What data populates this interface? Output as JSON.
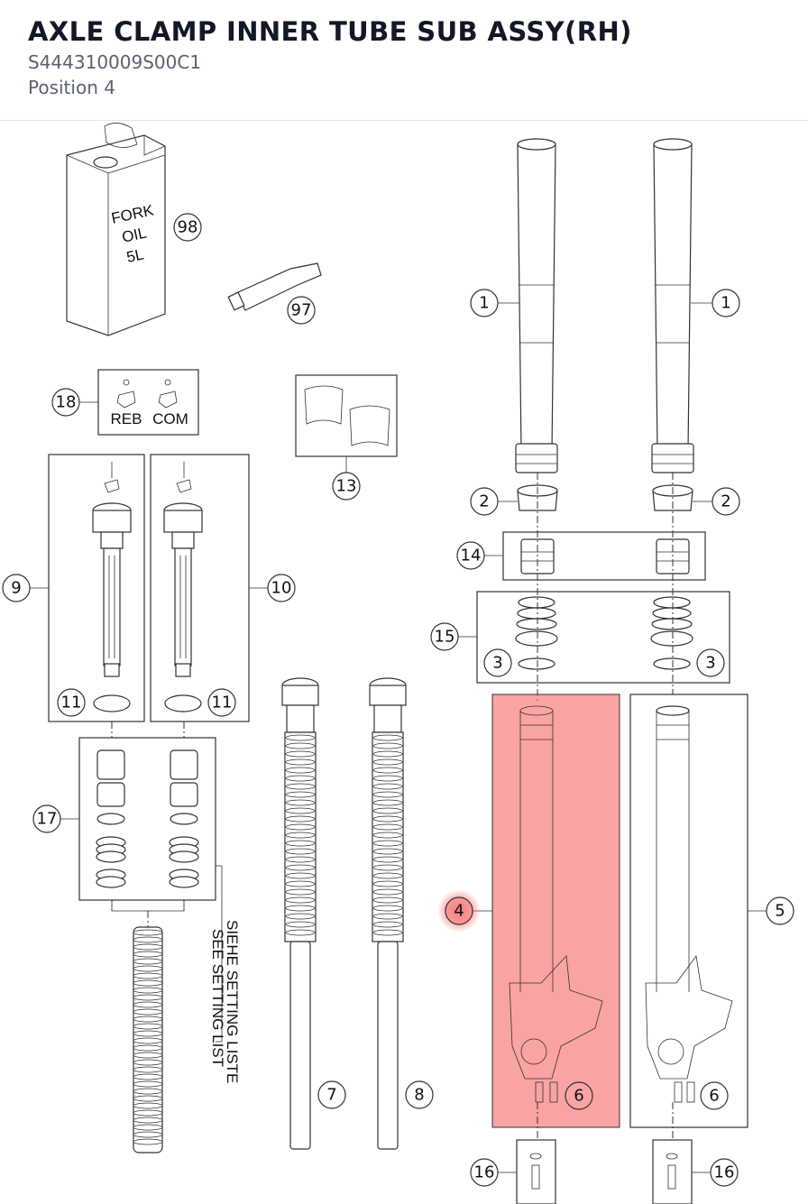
{
  "header": {
    "title": "AXLE CLAMP INNER TUBE SUB ASSY(RH)",
    "part_number": "S444310009S00C1",
    "position": "Position 4"
  },
  "diagram": {
    "highlight_color": "#f87171",
    "callouts": {
      "c98": "98",
      "c97": "97",
      "c18": "18",
      "c13": "13",
      "c1a": "1",
      "c1b": "1",
      "c2a": "2",
      "c2b": "2",
      "c14": "14",
      "c15": "15",
      "c3a": "3",
      "c3b": "3",
      "c9": "9",
      "c10": "10",
      "c11a": "11",
      "c11b": "11",
      "c17": "17",
      "c7": "7",
      "c8": "8",
      "c4": "4",
      "c5": "5",
      "c6a": "6",
      "c6b": "6",
      "c16a": "16",
      "c16b": "16"
    },
    "oil_can_text": [
      "FORK",
      "OIL",
      "5L"
    ],
    "reb_label": "REB",
    "com_label": "COM",
    "setting_note_de": "SIEHE SETTING LISTE",
    "setting_note_en": "SEE SETTING LIST"
  }
}
